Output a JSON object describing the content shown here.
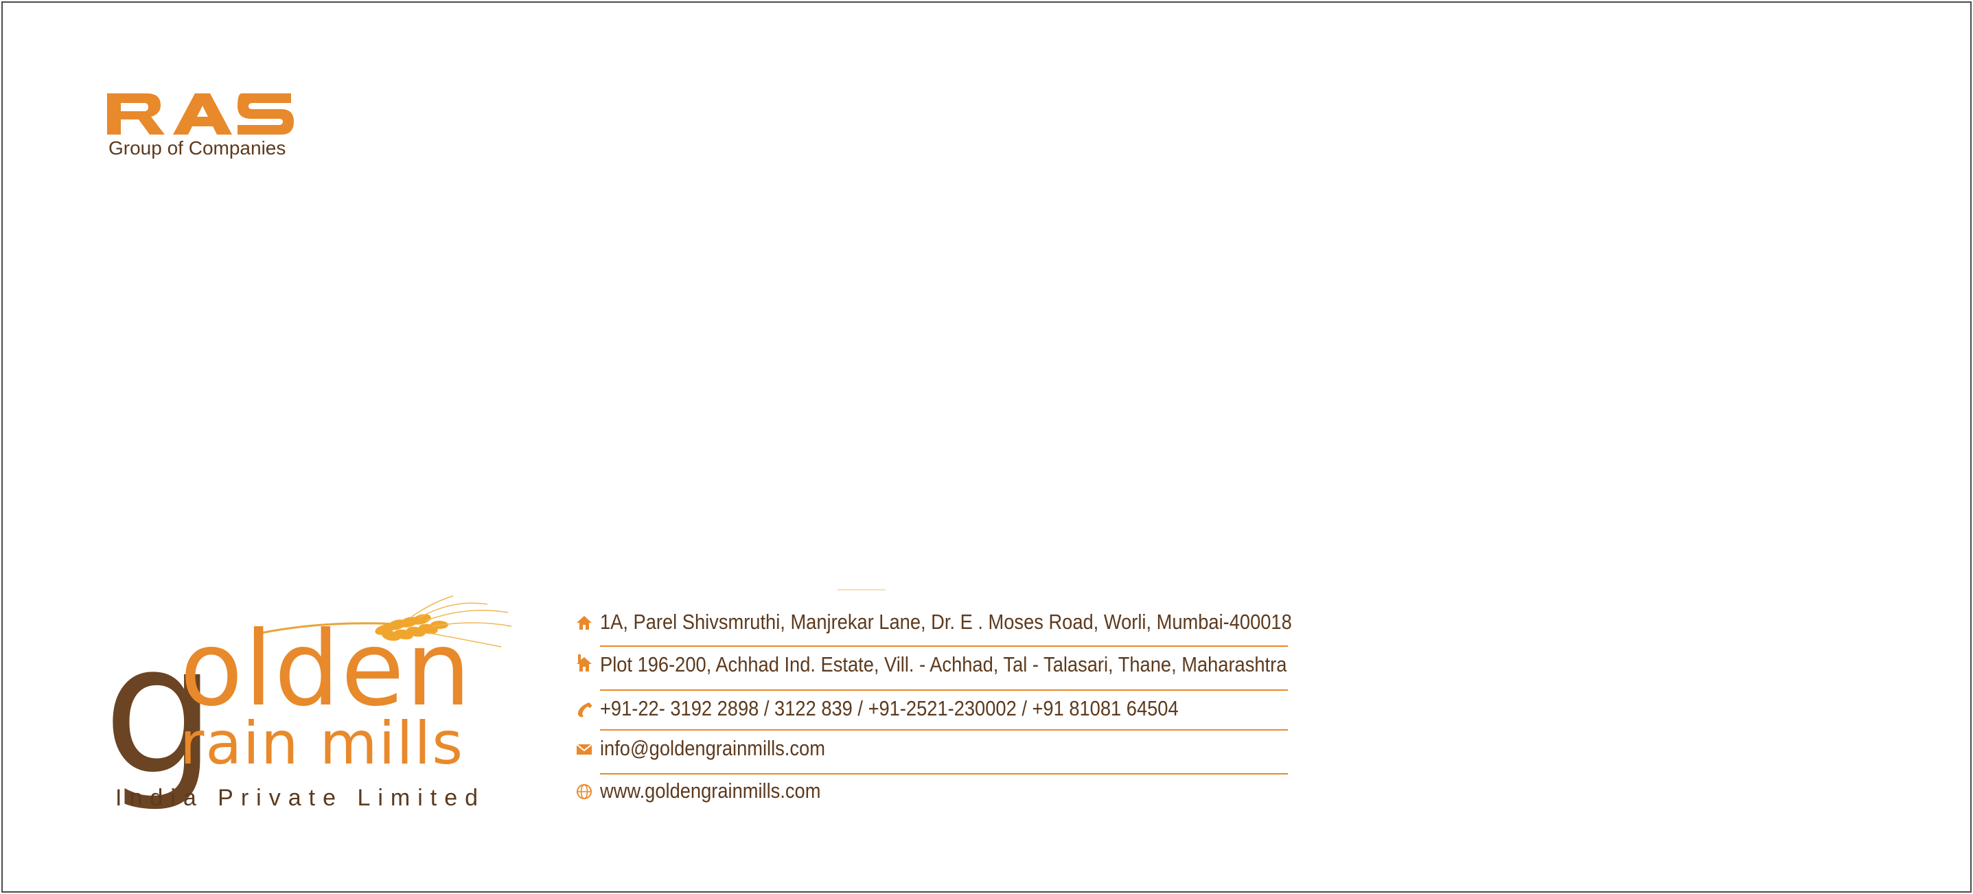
{
  "ras": {
    "logo_text": "RAS",
    "tagline": "Group of Companies",
    "color": "#e8892b"
  },
  "golden_grain": {
    "g_letter": "g",
    "word1": "olden",
    "word2": "rain mills",
    "subtitle": "India Private Limited",
    "brown": "#6b4423",
    "orange": "#e8892b"
  },
  "contact": {
    "address1": "1A, Parel Shivsmruthi, Manjrekar Lane, Dr. E . Moses Road, Worli, Mumbai-400018",
    "address2": "Plot 196-200, Achhad Ind. Estate, Vill. - Achhad, Tal - Talasari,  Thane, Maharashtra",
    "phone": "+91-22- 3192 2898  / 3122 839 / +91-2521-230002 / +91 81081 64504",
    "email": "info@goldengrainmills.com",
    "website": "www.goldengrainmills.com",
    "icons": [
      "home-icon",
      "factory-icon",
      "phone-icon",
      "mail-icon",
      "globe-icon"
    ]
  }
}
